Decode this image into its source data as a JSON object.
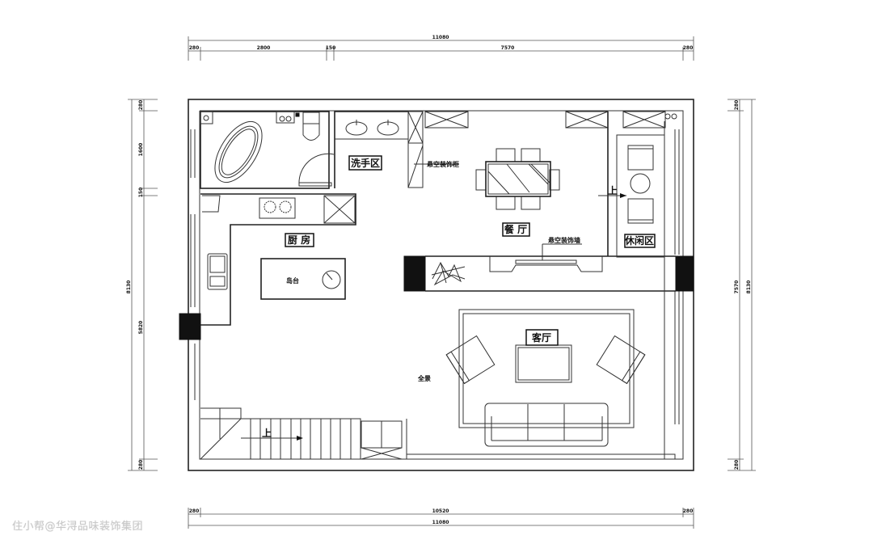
{
  "rooms": {
    "wash_area": "洗手区",
    "kitchen": "厨 房",
    "island": "岛台",
    "dining": "餐 厅",
    "leisure": "休闲区",
    "living": "客厅",
    "panorama": "全景",
    "stairs_up": "上",
    "leisure_up": "上"
  },
  "annotations": {
    "hanging_cabinet": "悬空装饰柜",
    "hanging_wall": "悬空装饰墙"
  },
  "dimensions": {
    "top": {
      "total": "11080",
      "segments": [
        "280",
        "2800",
        "150",
        "7570",
        "280"
      ]
    },
    "bottom": {
      "total": "11080",
      "segments": [
        "280",
        "10520",
        "280"
      ]
    },
    "left": {
      "total": "8130",
      "segments": [
        "280",
        "1600",
        "150",
        "5820",
        "280"
      ]
    },
    "right": {
      "total": "8130",
      "segments": [
        "280",
        "7570",
        "280"
      ]
    }
  },
  "watermark": "住小帮@华浔品味装饰集团"
}
